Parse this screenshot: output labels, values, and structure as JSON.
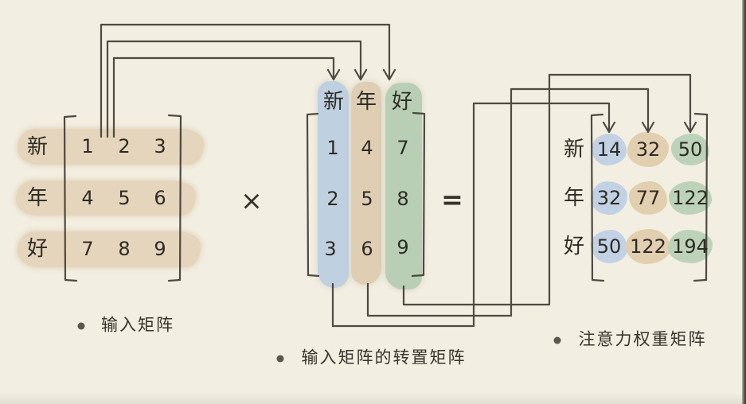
{
  "colors": {
    "background": "#f2eee1",
    "ink": "#413d37",
    "tan_highlight": "#e4d5bc",
    "blue_highlight": "#bfd0e1",
    "green_highlight": "#b9cfb5"
  },
  "operators": {
    "multiply": "×",
    "equals": "="
  },
  "input_matrix": {
    "caption": "输入矩阵",
    "row_labels": [
      "新",
      "年",
      "好"
    ],
    "rows": [
      [
        "1",
        "2",
        "3"
      ],
      [
        "4",
        "5",
        "6"
      ],
      [
        "7",
        "8",
        "9"
      ]
    ]
  },
  "transpose_matrix": {
    "caption": "输入矩阵的转置矩阵",
    "column_labels": [
      "新",
      "年",
      "好"
    ],
    "columns": [
      [
        "1",
        "2",
        "3"
      ],
      [
        "4",
        "5",
        "6"
      ],
      [
        "7",
        "8",
        "9"
      ]
    ]
  },
  "attention_matrix": {
    "caption": "注意力权重矩阵",
    "row_labels": [
      "新",
      "年",
      "好"
    ],
    "rows": [
      [
        "14",
        "32",
        "50"
      ],
      [
        "32",
        "77",
        "122"
      ],
      [
        "50",
        "122",
        "194"
      ]
    ]
  }
}
